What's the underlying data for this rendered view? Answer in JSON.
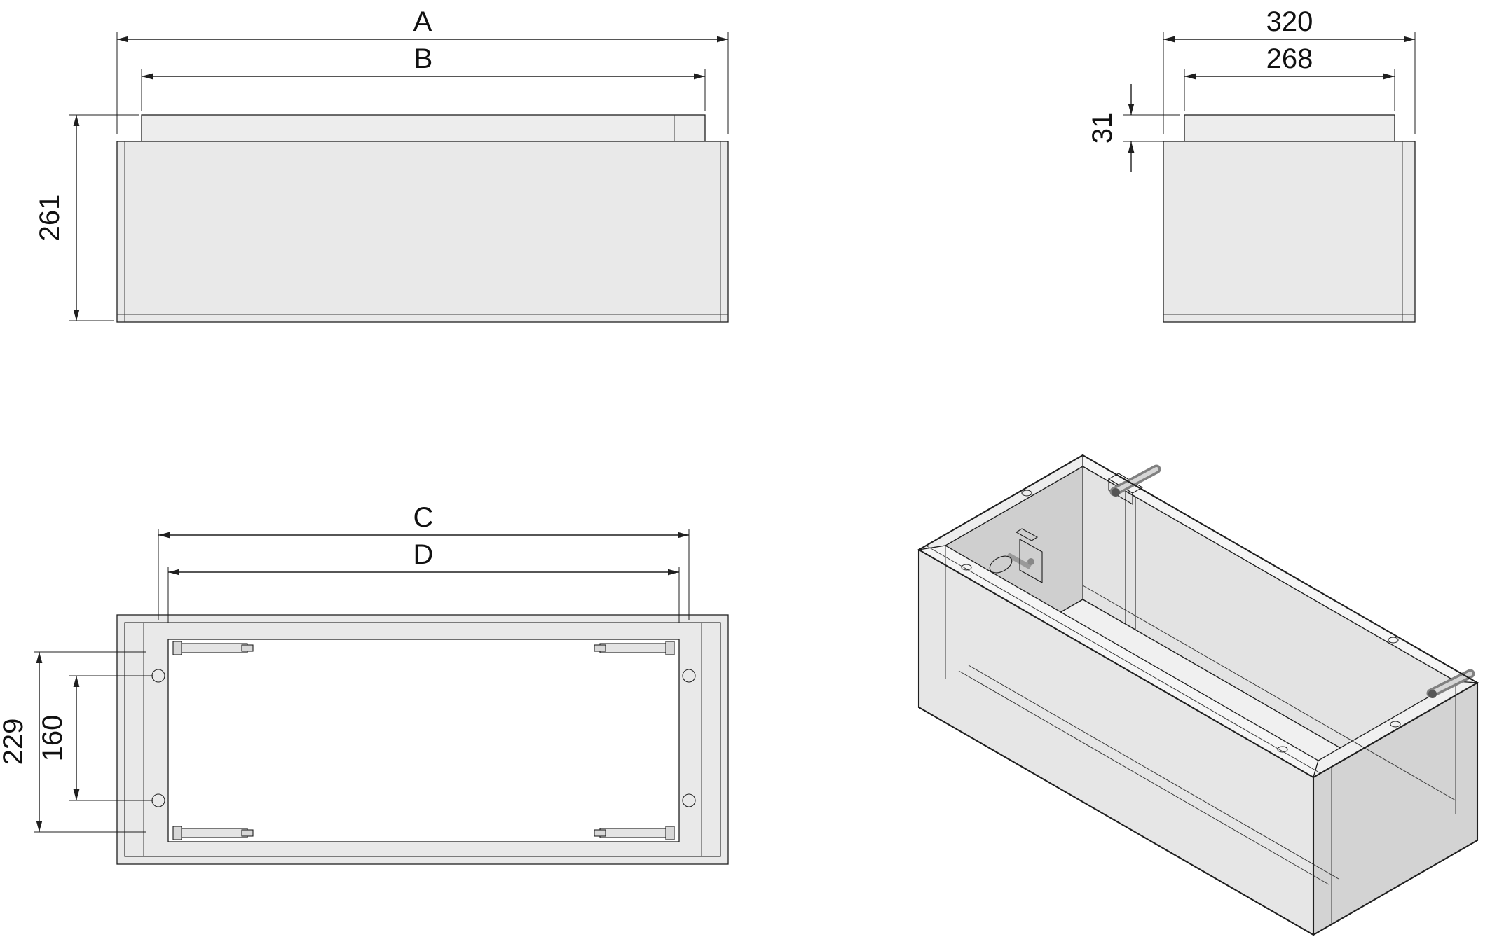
{
  "drawing": {
    "front_view": {
      "overall_width": "A",
      "inner_width": "B",
      "height": "261"
    },
    "side_view": {
      "overall_depth": "320",
      "inner_depth": "268",
      "top_panel_height": "31"
    },
    "plan_view": {
      "overall_width": "C",
      "inner_width": "D",
      "mounting_span_outer": "229",
      "mounting_span_inner": "160"
    },
    "colors": {
      "line": "#1f1f1f",
      "fill_body": "#e9e9e9",
      "fill_panel": "#ededed",
      "fill_interior_shadow": "#cfcfcf",
      "fill_side_shadow": "#d3d3d3",
      "background": "#ffffff"
    }
  }
}
